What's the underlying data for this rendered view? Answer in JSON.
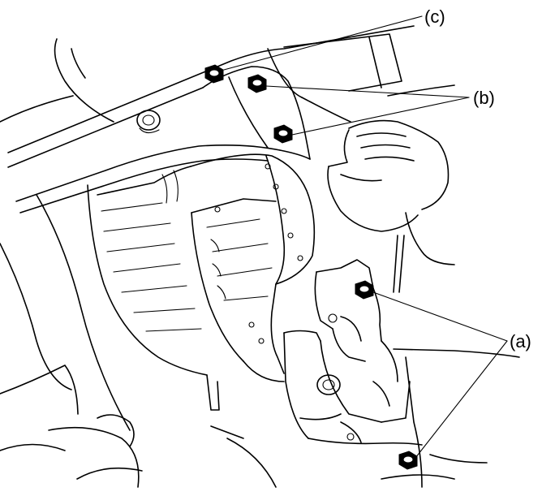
{
  "callouts": {
    "a": {
      "label": "(a)"
    },
    "b": {
      "label": "(b)"
    },
    "c": {
      "label": "(c)"
    }
  },
  "colors": {
    "line": "#000000",
    "background": "#ffffff"
  }
}
